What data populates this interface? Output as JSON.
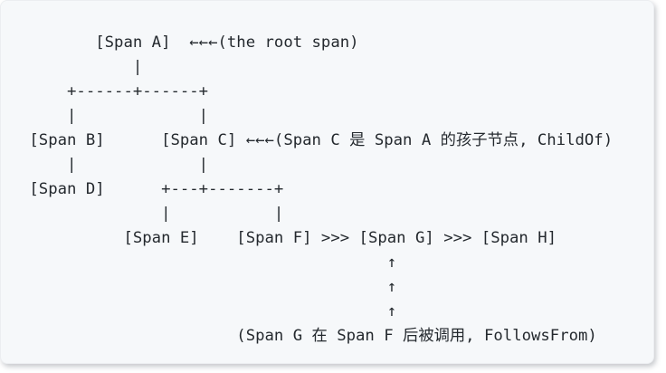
{
  "colors": {
    "panel_background": "#f6f8fa",
    "text": "#24292e",
    "page_background": "#ffffff"
  },
  "diagram": {
    "description": "ASCII span-tree diagram (tracing spans with ChildOf / FollowsFrom relations)",
    "lines": [
      "        [Span A]  ←←←(the root span)",
      "            |",
      "     +------+------+",
      "     |             |",
      " [Span B]      [Span C] ←←←(Span C 是 Span A 的孩子节点, ChildOf)",
      "     |             |",
      " [Span D]      +---+-------+",
      "               |           |",
      "           [Span E]    [Span F] >>> [Span G] >>> [Span H]",
      "                                       ↑",
      "                                       ↑",
      "                                       ↑",
      "                       (Span G 在 Span F 后被调用, FollowsFrom)"
    ]
  }
}
